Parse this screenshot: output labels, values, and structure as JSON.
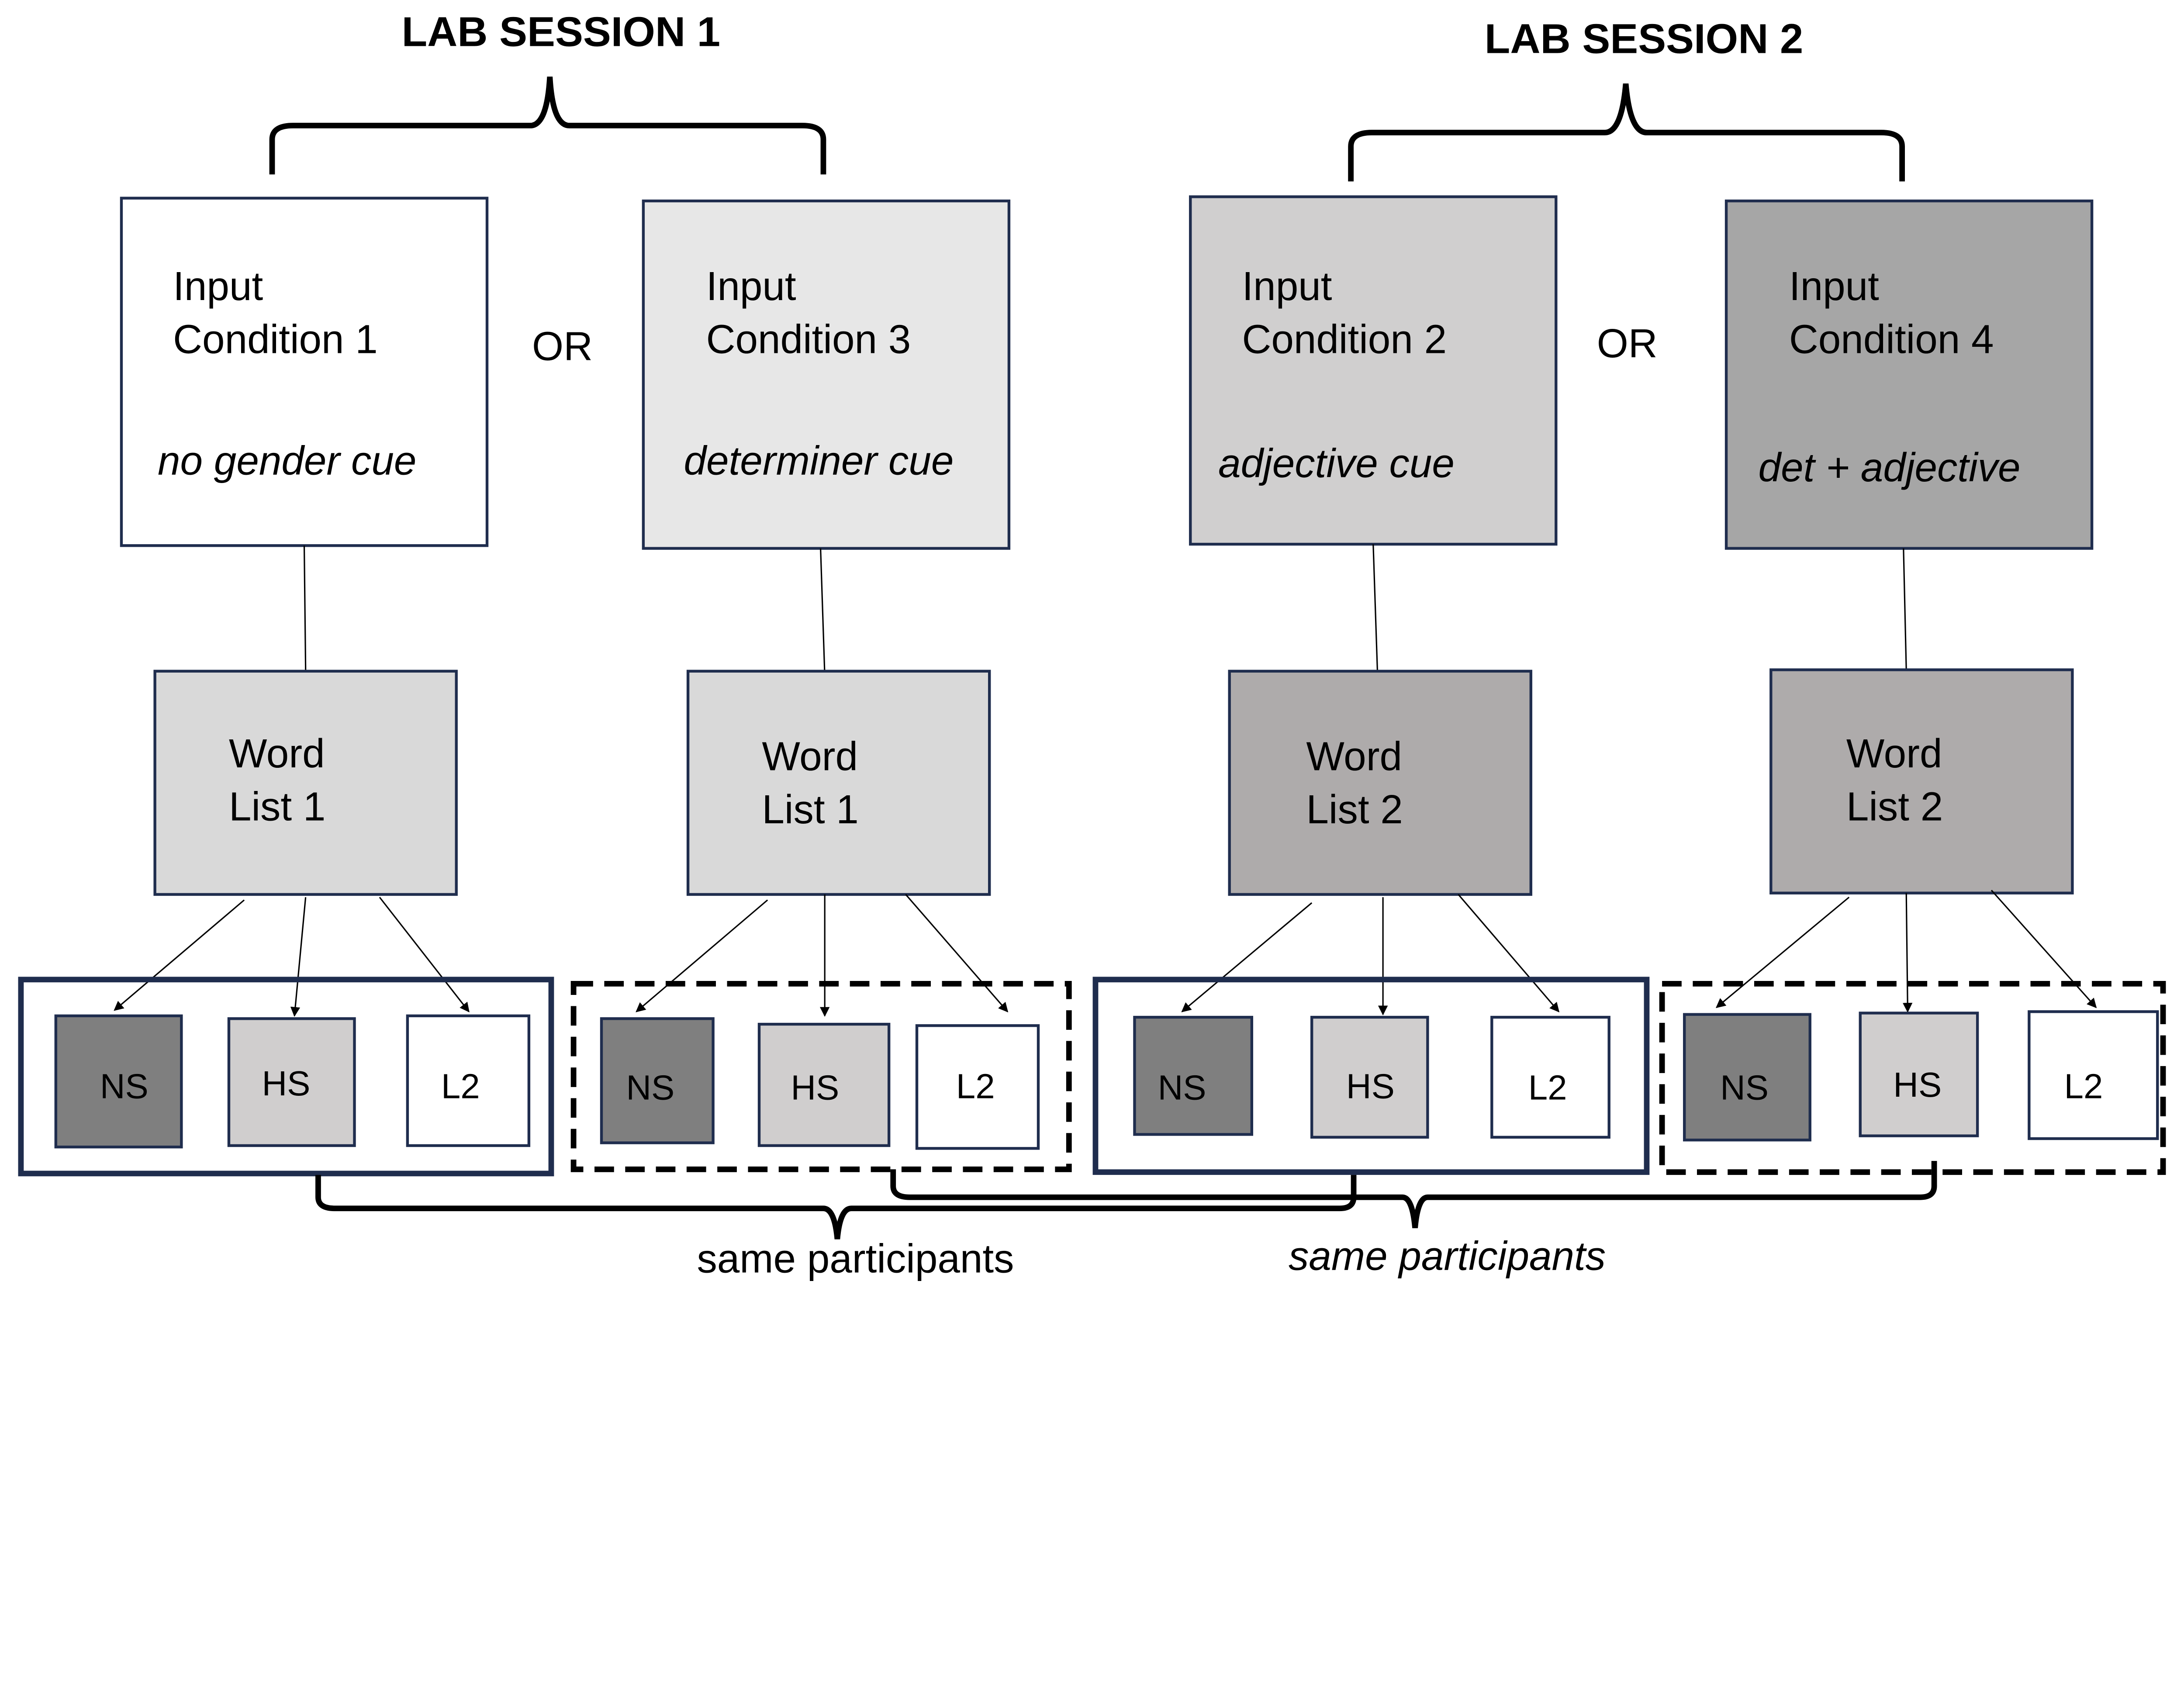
{
  "sessions": [
    {
      "title": "LAB SESSION 1"
    },
    {
      "title": "LAB SESSION 2"
    }
  ],
  "or_label": "OR",
  "conditions": [
    {
      "line1": "Input",
      "line2": "Condition 1",
      "cue": "no gender cue",
      "fill": "#ffffff"
    },
    {
      "line1": "Input",
      "line2": "Condition 3",
      "cue": "determiner cue",
      "fill": "#e7e7e7"
    },
    {
      "line1": "Input",
      "line2": "Condition 2",
      "cue": "adjective cue",
      "fill": "#d0cfcf"
    },
    {
      "line1": "Input",
      "line2": "Condition 4",
      "cue": "det + adjective",
      "fill": "#a6a6a6"
    }
  ],
  "word_lists": [
    {
      "line1": "Word",
      "line2": "List 1",
      "fill": "#d9d9d9"
    },
    {
      "line1": "Word",
      "line2": "List 1",
      "fill": "#d9d9d9"
    },
    {
      "line1": "Word",
      "line2": "List 2",
      "fill": "#aeabab"
    },
    {
      "line1": "Word",
      "line2": "List 2",
      "fill": "#aeabab"
    }
  ],
  "groups": [
    {
      "border": "solid",
      "items": [
        "NS",
        "HS",
        "L2"
      ]
    },
    {
      "border": "dashed",
      "items": [
        "NS",
        "HS",
        "L2"
      ]
    },
    {
      "border": "solid",
      "items": [
        "NS",
        "HS",
        "L2"
      ]
    },
    {
      "border": "dashed",
      "items": [
        "NS",
        "HS",
        "L2"
      ]
    }
  ],
  "group_colors": {
    "NS": "#7f7f7f",
    "HS": "#d0cece",
    "L2": "#ffffff"
  },
  "border_color": "#1f2d4e",
  "notes": [
    {
      "text": "same participants",
      "style": "normal"
    },
    {
      "text": "same participants",
      "style": "italic"
    }
  ]
}
